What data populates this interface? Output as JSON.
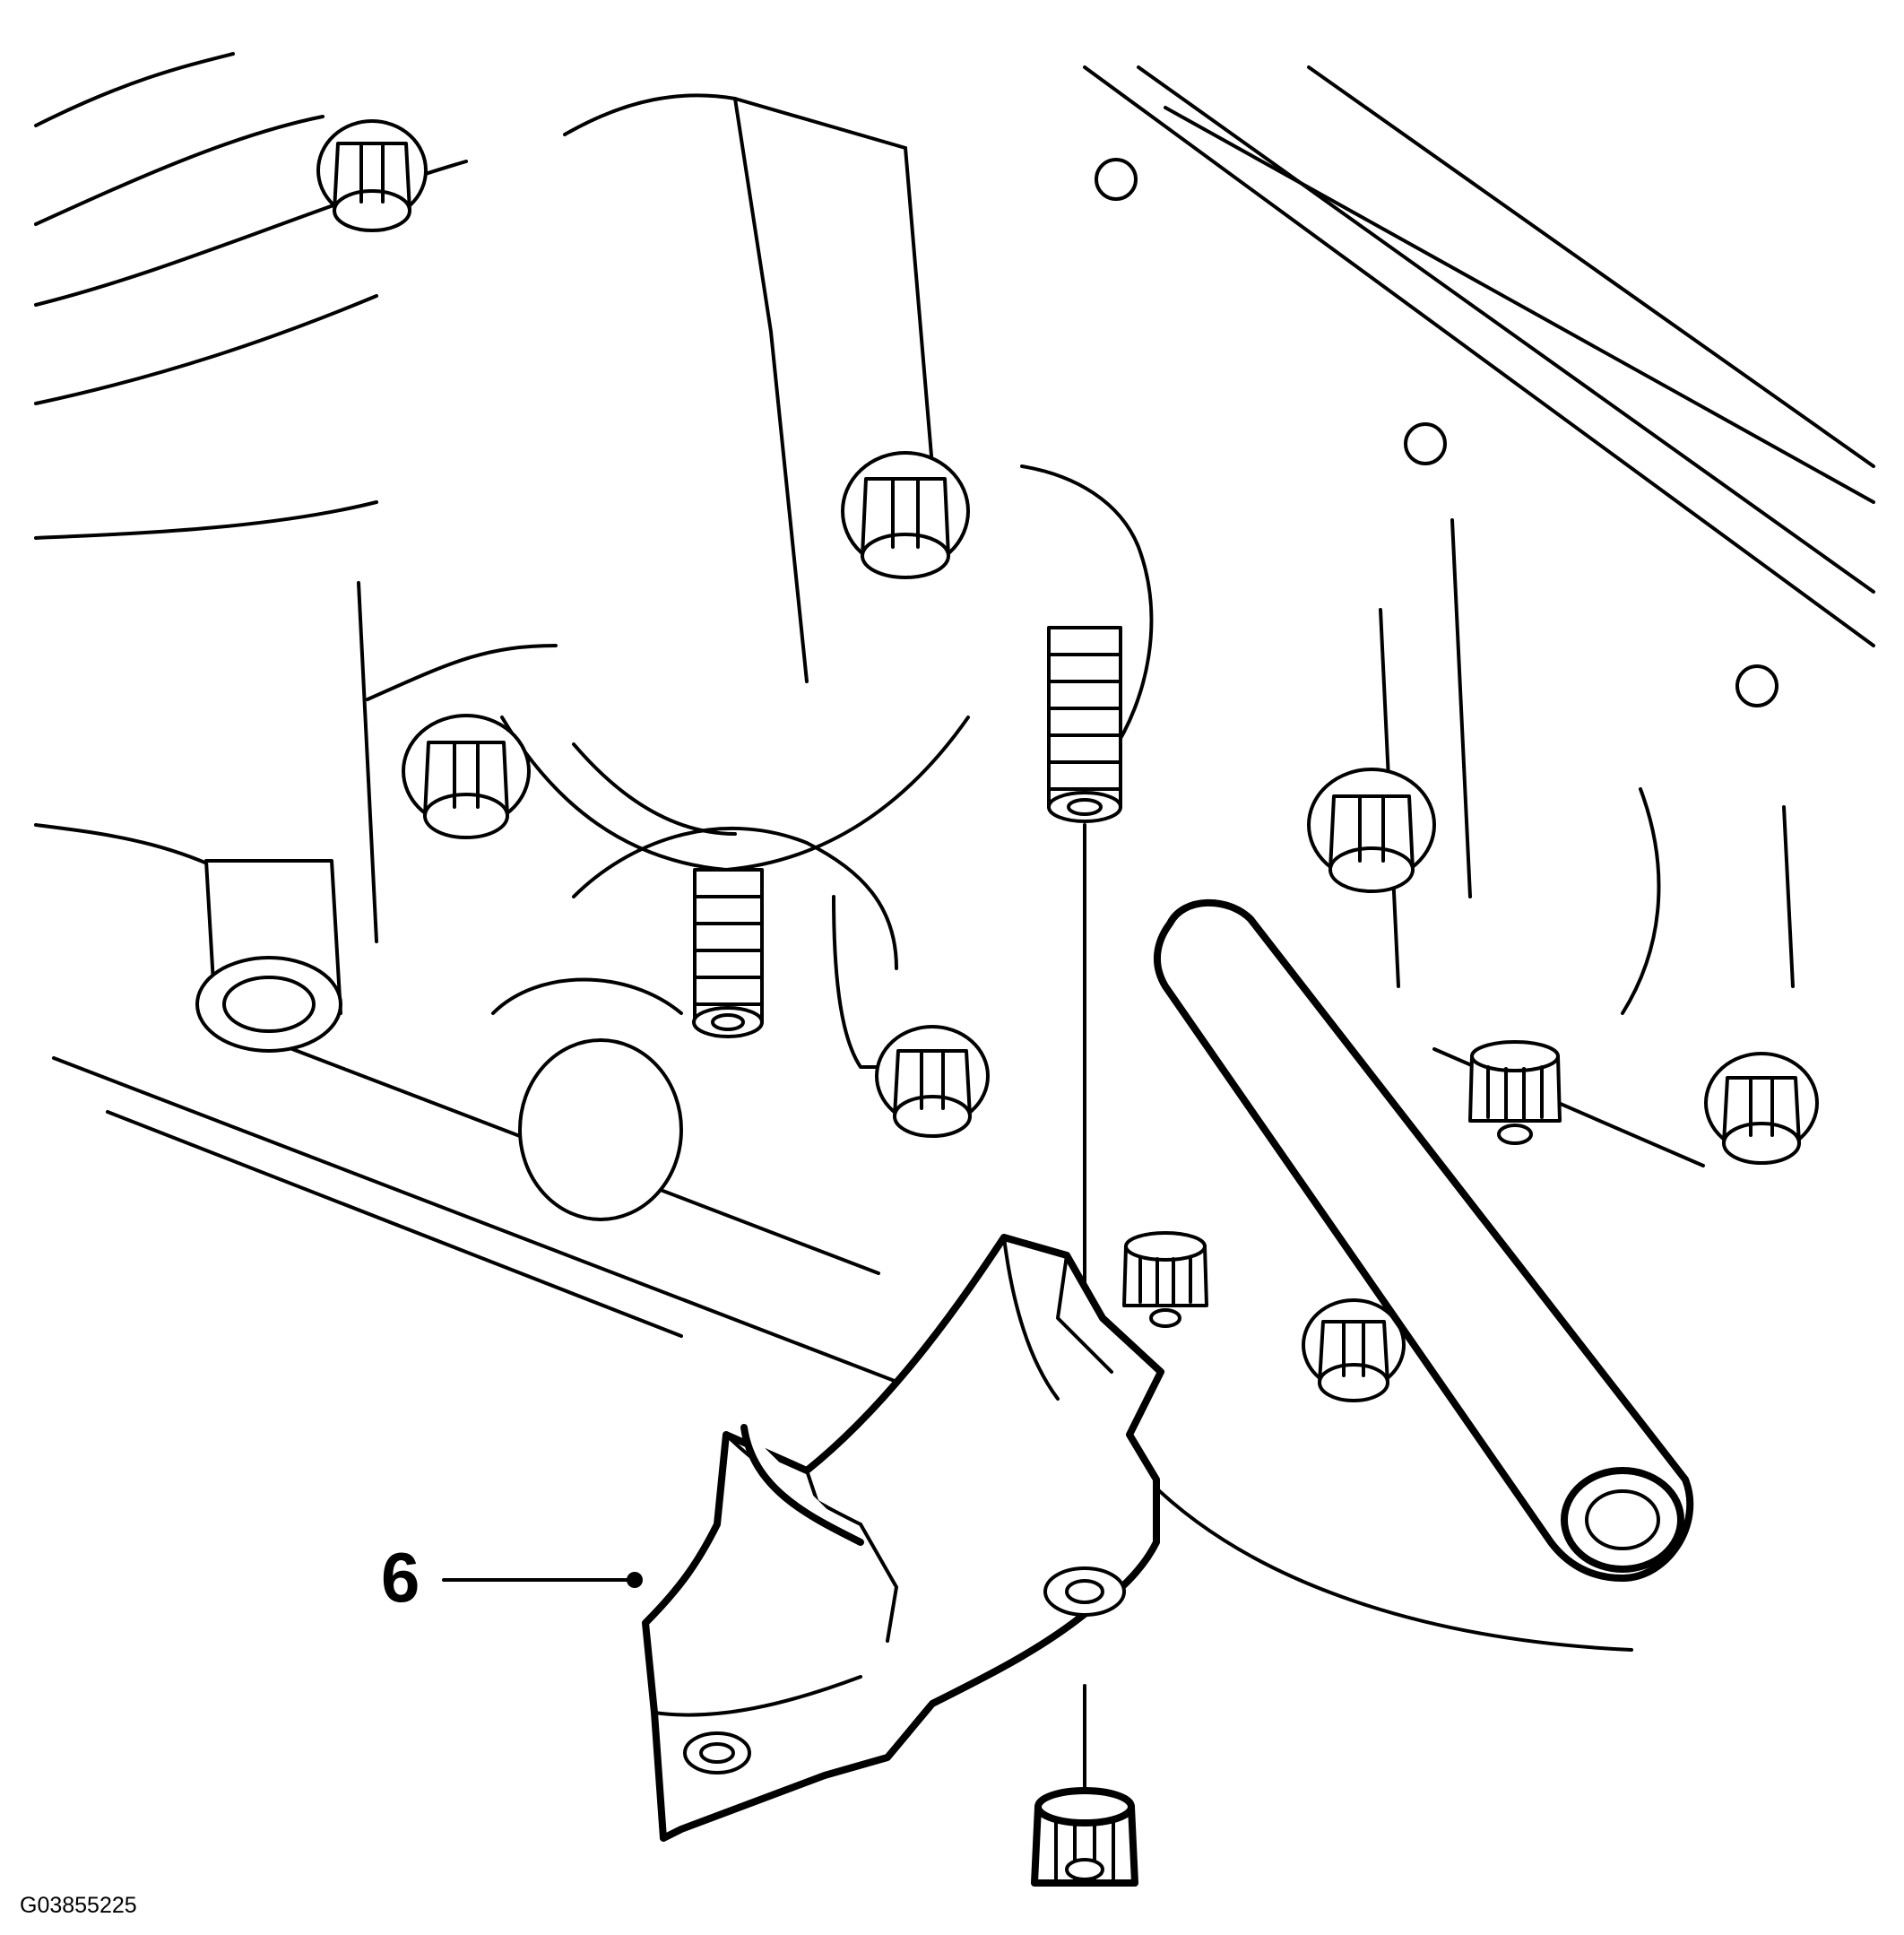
{
  "callout": {
    "label": "6",
    "target": "bearing-cap"
  },
  "figure": {
    "id": "G03855225"
  },
  "colors": {
    "line": "#000000",
    "background": "#ffffff"
  }
}
